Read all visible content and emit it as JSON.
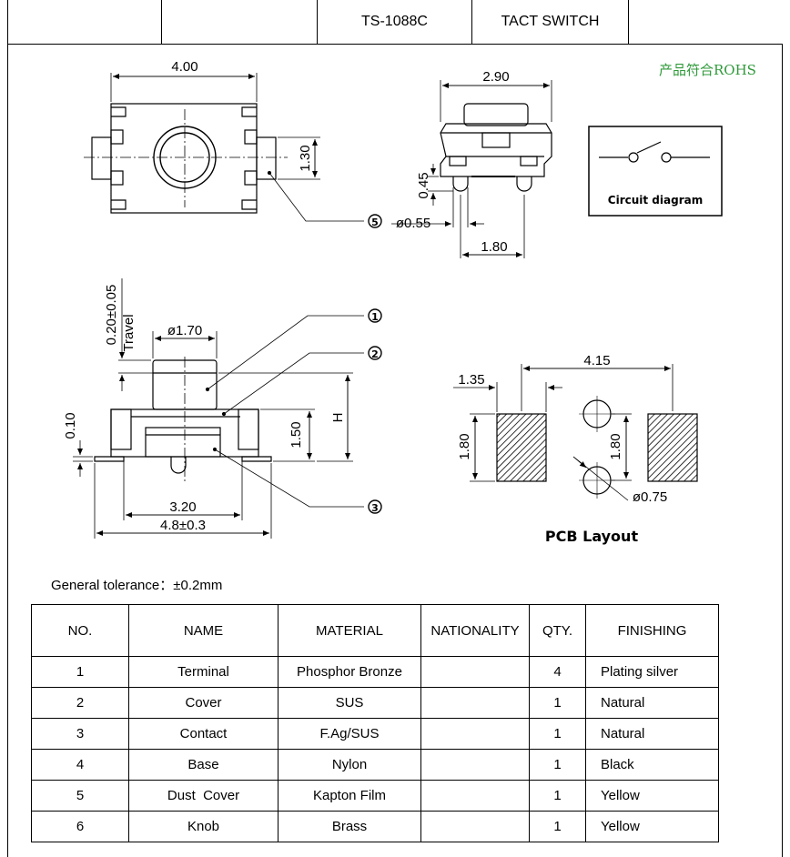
{
  "header": {
    "cells": [
      "",
      "",
      "TS-1088C",
      "TACT SWITCH",
      ""
    ]
  },
  "rohs_note": "产品符合ROHS",
  "dims": {
    "top_width": "4.00",
    "top_height": "1.30",
    "side_width": "2.90",
    "side_045": "0.45",
    "side_dia": "ø0.55",
    "side_pitch": "1.80",
    "travel": "0.20±0.05",
    "travel_word": "Travel",
    "knob_dia": "ø1.70",
    "front_010": "0.10",
    "front_150": "1.50",
    "front_h": "H",
    "front_320": "3.20",
    "front_48": "4.8±0.3",
    "pcb_135": "1.35",
    "pcb_415": "4.15",
    "pcb_180a": "1.80",
    "pcb_180b": "1.80",
    "pcb_dia": "ø0.75"
  },
  "callouts": [
    "1",
    "2",
    "3",
    "5"
  ],
  "circuit_label": "Circuit diagram",
  "pcb_label": "PCB  Layout",
  "tolerance": "General tolerance：±0.2mm",
  "table": {
    "headers": [
      "NO.",
      "NAME",
      "MATERIAL",
      "NATIONALITY",
      "QTY.",
      "FINISHING"
    ],
    "rows": [
      {
        "no": "1",
        "name": "Terminal",
        "material": "Phosphor Bronze",
        "nationality": "",
        "qty": "4",
        "finishing": "Plating silver"
      },
      {
        "no": "2",
        "name": "Cover",
        "material": "SUS",
        "nationality": "",
        "qty": "1",
        "finishing": "Natural"
      },
      {
        "no": "3",
        "name": "Contact",
        "material": "F.Ag/SUS",
        "nationality": "",
        "qty": "1",
        "finishing": "Natural"
      },
      {
        "no": "4",
        "name": "Base",
        "material": "Nylon",
        "nationality": "",
        "qty": "1",
        "finishing": "Black"
      },
      {
        "no": "5",
        "name": "Dust  Cover",
        "material": "Kapton Film",
        "nationality": "",
        "qty": "1",
        "finishing": "Yellow"
      },
      {
        "no": "6",
        "name": "Knob",
        "material": "Brass",
        "nationality": "",
        "qty": "1",
        "finishing": "Yellow"
      }
    ]
  }
}
